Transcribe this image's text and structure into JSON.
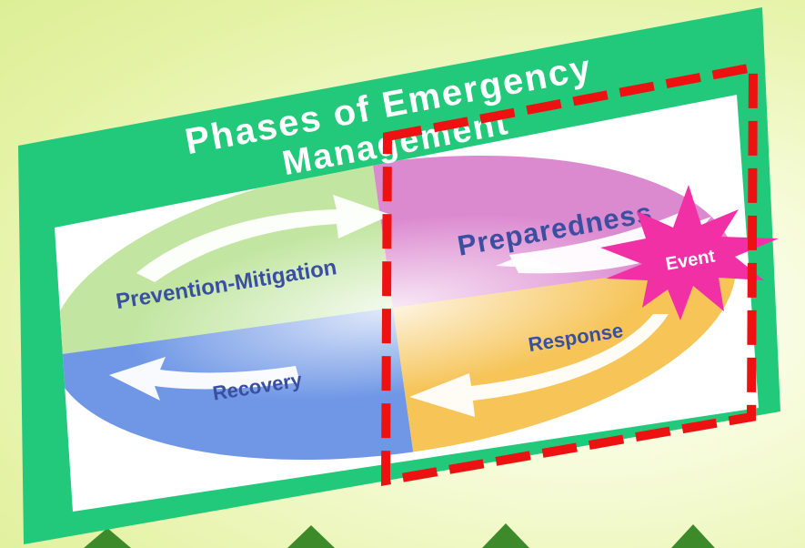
{
  "title_line1": "Phases of Emergency",
  "title_line2": "Management",
  "phases": {
    "prevention": "Prevention-Mitigation",
    "preparedness": "Preparedness",
    "response": "Response",
    "recovery": "Recovery"
  },
  "event_label": "Event",
  "colors": {
    "board": "#22c97a",
    "prevention": "#c2e6a2",
    "preparedness": "#dc8ad0",
    "response": "#f6c457",
    "recovery": "#6f97e6",
    "event": "#f230a6",
    "highlight": "#ee1111",
    "post": "#3d8a2a"
  }
}
